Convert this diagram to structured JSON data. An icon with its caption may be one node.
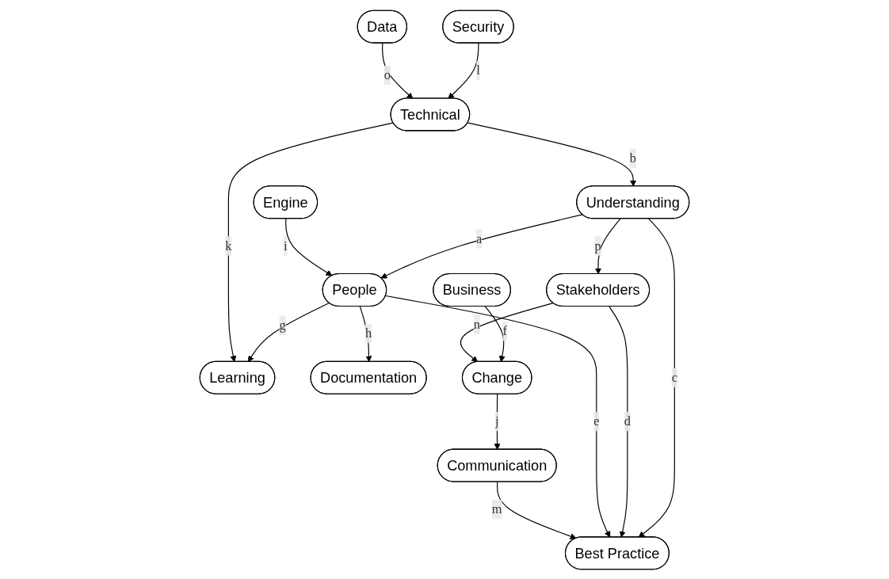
{
  "diagram": {
    "nodes": [
      {
        "text": [
          "Security"
        ]
      },
      {
        "text": [
          "Data"
        ]
      },
      {
        "text": [
          "Technical"
        ]
      },
      {
        "text": [
          "Engine"
        ]
      },
      {
        "text": [
          "Understanding"
        ]
      },
      {
        "text": [
          "People"
        ]
      },
      {
        "text": [
          "Stakeholders"
        ]
      },
      {
        "text": [
          "Business"
        ]
      },
      {
        "text": [
          "Learning"
        ]
      },
      {
        "text": [
          "Documentation"
        ]
      },
      {
        "text": [
          "Change"
        ]
      },
      {
        "text": [
          "Communication"
        ]
      },
      {
        "text": [
          "Best Practice"
        ]
      }
    ],
    "edges": [
      {
        "from": 4,
        "to": 5,
        "arrow": "to",
        "label": "a"
      },
      {
        "from": 2,
        "to": 4,
        "arrow": "to",
        "label": "b"
      },
      {
        "from": 4,
        "to": 12,
        "arrow": "to",
        "label": "c"
      },
      {
        "from": 6,
        "to": 12,
        "arrow": "to",
        "label": "d"
      },
      {
        "from": 5,
        "to": 12,
        "arrow": "to",
        "label": "e"
      },
      {
        "from": 7,
        "to": 10,
        "arrow": "to",
        "label": "f"
      },
      {
        "from": 5,
        "to": 8,
        "arrow": "to",
        "label": "g"
      },
      {
        "from": 5,
        "to": 9,
        "arrow": "to",
        "label": "h"
      },
      {
        "from": 3,
        "to": 5,
        "arrow": "to",
        "label": "i"
      },
      {
        "from": 10,
        "to": 11,
        "arrow": "to",
        "label": "j"
      },
      {
        "from": 2,
        "to": 8,
        "arrow": "to",
        "label": "k"
      },
      {
        "from": 0,
        "to": 2,
        "arrow": "to",
        "label": "l"
      },
      {
        "from": 11,
        "to": 12,
        "arrow": "to",
        "label": "m"
      },
      {
        "from": 6,
        "to": 10,
        "arrow": "to",
        "label": "n"
      },
      {
        "from": 1,
        "to": 2,
        "arrow": "to",
        "label": "o"
      },
      {
        "from": 4,
        "to": 6,
        "arrow": "to",
        "label": "p"
      }
    ]
  }
}
